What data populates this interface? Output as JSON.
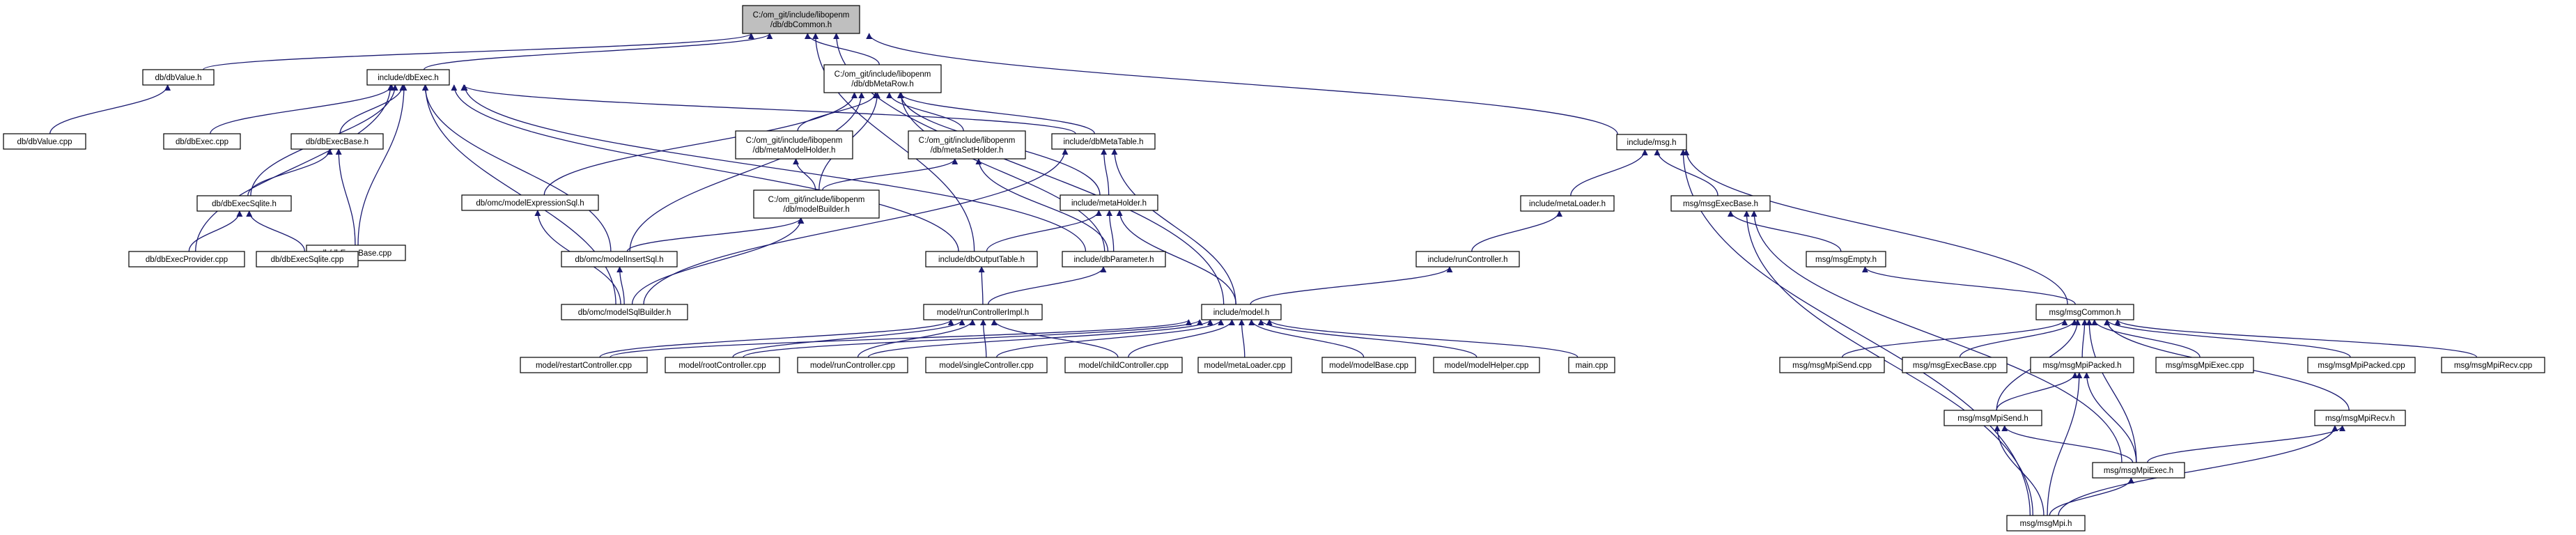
{
  "diagram": {
    "type": "include-dependency-graph",
    "colors": {
      "edge": "#191970",
      "node_fill": "#ffffff",
      "root_fill": "#bfbfbf",
      "border": "#000000"
    },
    "nodes": [
      {
        "id": "dbCommon",
        "lines": [
          "C:/om_git/include/libopenm",
          "/db/dbCommon.h"
        ],
        "root": true
      },
      {
        "id": "dbValueH",
        "lines": [
          "db/dbValue.h"
        ]
      },
      {
        "id": "dbValueCpp",
        "lines": [
          "db/dbValue.cpp"
        ]
      },
      {
        "id": "dbExecH",
        "lines": [
          "include/dbExec.h"
        ]
      },
      {
        "id": "dbExecCpp",
        "lines": [
          "db/dbExec.cpp"
        ]
      },
      {
        "id": "dbExecBaseH",
        "lines": [
          "db/dbExecBase.h"
        ]
      },
      {
        "id": "dbExecSqliteH",
        "lines": [
          "db/dbExecSqlite.h"
        ]
      },
      {
        "id": "dbExecBaseCpp",
        "lines": [
          "db/dbExecBase.cpp"
        ]
      },
      {
        "id": "dbExecProviderCpp",
        "lines": [
          "db/dbExecProvider.cpp"
        ]
      },
      {
        "id": "dbExecSqliteCpp",
        "lines": [
          "db/dbExecSqlite.cpp"
        ]
      },
      {
        "id": "dbMetaRow",
        "lines": [
          "C:/om_git/include/libopenm",
          "/db/dbMetaRow.h"
        ]
      },
      {
        "id": "metaModelHolder",
        "lines": [
          "C:/om_git/include/libopenm",
          "/db/metaModelHolder.h"
        ]
      },
      {
        "id": "metaSetHolder",
        "lines": [
          "C:/om_git/include/libopenm",
          "/db/metaSetHolder.h"
        ]
      },
      {
        "id": "dbMetaTable",
        "lines": [
          "include/dbMetaTable.h"
        ]
      },
      {
        "id": "expressionSql",
        "lines": [
          "db/omc/modelExpressionSql.h"
        ]
      },
      {
        "id": "modelBuilder",
        "lines": [
          "C:/om_git/include/libopenm",
          "/db/modelBuilder.h"
        ]
      },
      {
        "id": "metaHolder",
        "lines": [
          "include/metaHolder.h"
        ]
      },
      {
        "id": "insertSql",
        "lines": [
          "db/omc/modelInsertSql.h"
        ]
      },
      {
        "id": "dbOutputTable",
        "lines": [
          "include/dbOutputTable.h"
        ]
      },
      {
        "id": "dbParameter",
        "lines": [
          "include/dbParameter.h"
        ]
      },
      {
        "id": "sqlBuilder",
        "lines": [
          "db/omc/modelSqlBuilder.h"
        ]
      },
      {
        "id": "runControllerImpl",
        "lines": [
          "model/runControllerImpl.h"
        ]
      },
      {
        "id": "modelH",
        "lines": [
          "include/model.h"
        ]
      },
      {
        "id": "restartCtrl",
        "lines": [
          "model/restartController.cpp"
        ]
      },
      {
        "id": "rootCtrl",
        "lines": [
          "model/rootController.cpp"
        ]
      },
      {
        "id": "runCtrlCpp",
        "lines": [
          "model/runController.cpp"
        ]
      },
      {
        "id": "singleCtrl",
        "lines": [
          "model/singleController.cpp"
        ]
      },
      {
        "id": "childCtrl",
        "lines": [
          "model/childController.cpp"
        ]
      },
      {
        "id": "metaLoaderCpp",
        "lines": [
          "model/metaLoader.cpp"
        ]
      },
      {
        "id": "modelBaseCpp",
        "lines": [
          "model/modelBase.cpp"
        ]
      },
      {
        "id": "modelHelperCpp",
        "lines": [
          "model/modelHelper.cpp"
        ]
      },
      {
        "id": "mainCpp",
        "lines": [
          "main.cpp"
        ]
      },
      {
        "id": "msgH",
        "lines": [
          "include/msg.h"
        ]
      },
      {
        "id": "metaLoaderH",
        "lines": [
          "include/metaLoader.h"
        ]
      },
      {
        "id": "runControllerH",
        "lines": [
          "include/runController.h"
        ]
      },
      {
        "id": "msgExecBaseH",
        "lines": [
          "msg/msgExecBase.h"
        ]
      },
      {
        "id": "msgEmptyH",
        "lines": [
          "msg/msgEmpty.h"
        ]
      },
      {
        "id": "msgCommonH",
        "lines": [
          "msg/msgCommon.h"
        ]
      },
      {
        "id": "msgMpiSendCpp",
        "lines": [
          "msg/msgMpiSend.cpp"
        ]
      },
      {
        "id": "msgExecBaseCpp",
        "lines": [
          "msg/msgExecBase.cpp"
        ]
      },
      {
        "id": "msgMpiPackedH",
        "lines": [
          "msg/msgMpiPacked.h"
        ]
      },
      {
        "id": "msgMpiExecCpp",
        "lines": [
          "msg/msgMpiExec.cpp"
        ]
      },
      {
        "id": "msgMpiPackedCpp",
        "lines": [
          "msg/msgMpiPacked.cpp"
        ]
      },
      {
        "id": "msgMpiRecvCpp",
        "lines": [
          "msg/msgMpiRecv.cpp"
        ]
      },
      {
        "id": "msgMpiSendH",
        "lines": [
          "msg/msgMpiSend.h"
        ]
      },
      {
        "id": "msgMpiRecvH",
        "lines": [
          "msg/msgMpiRecv.h"
        ]
      },
      {
        "id": "msgMpiExecH",
        "lines": [
          "msg/msgMpiExec.h"
        ]
      },
      {
        "id": "msgMpiH",
        "lines": [
          "msg/msgMpi.h"
        ]
      }
    ],
    "edges": [
      [
        "dbCommon",
        "dbValueH"
      ],
      [
        "dbCommon",
        "dbExecH"
      ],
      [
        "dbCommon",
        "dbMetaRow"
      ],
      [
        "dbCommon",
        "dbOutputTable"
      ],
      [
        "dbCommon",
        "modelH"
      ],
      [
        "dbCommon",
        "msgH"
      ],
      [
        "dbValueH",
        "dbValueCpp"
      ],
      [
        "dbExecH",
        "dbExecCpp"
      ],
      [
        "dbExecH",
        "dbExecBaseH"
      ],
      [
        "dbExecH",
        "dbExecSqliteH"
      ],
      [
        "dbExecH",
        "dbExecBaseCpp"
      ],
      [
        "dbExecH",
        "dbExecProviderCpp"
      ],
      [
        "dbExecH",
        "sqlBuilder"
      ],
      [
        "dbExecH",
        "insertSql"
      ],
      [
        "dbExecH",
        "dbMetaTable"
      ],
      [
        "dbExecH",
        "dbOutputTable"
      ],
      [
        "dbExecH",
        "dbParameter"
      ],
      [
        "dbExecBaseH",
        "dbExecSqliteH"
      ],
      [
        "dbExecBaseH",
        "dbExecBaseCpp"
      ],
      [
        "dbExecSqliteH",
        "dbExecProviderCpp"
      ],
      [
        "dbExecSqliteH",
        "dbExecSqliteCpp"
      ],
      [
        "dbMetaRow",
        "metaModelHolder"
      ],
      [
        "dbMetaRow",
        "metaSetHolder"
      ],
      [
        "dbMetaRow",
        "dbMetaTable"
      ],
      [
        "dbMetaRow",
        "expressionSql"
      ],
      [
        "dbMetaRow",
        "modelBuilder"
      ],
      [
        "dbMetaRow",
        "metaHolder"
      ],
      [
        "dbMetaRow",
        "insertSql"
      ],
      [
        "dbMetaRow",
        "dbParameter"
      ],
      [
        "metaModelHolder",
        "modelBuilder"
      ],
      [
        "metaSetHolder",
        "modelBuilder"
      ],
      [
        "metaSetHolder",
        "dbParameter"
      ],
      [
        "dbMetaTable",
        "metaHolder"
      ],
      [
        "dbMetaTable",
        "modelH"
      ],
      [
        "dbMetaTable",
        "sqlBuilder"
      ],
      [
        "expressionSql",
        "sqlBuilder"
      ],
      [
        "modelBuilder",
        "insertSql"
      ],
      [
        "modelBuilder",
        "sqlBuilder"
      ],
      [
        "metaHolder",
        "dbOutputTable"
      ],
      [
        "metaHolder",
        "dbParameter"
      ],
      [
        "metaHolder",
        "modelH"
      ],
      [
        "insertSql",
        "sqlBuilder"
      ],
      [
        "dbOutputTable",
        "runControllerImpl"
      ],
      [
        "dbParameter",
        "runControllerImpl"
      ],
      [
        "runControllerImpl",
        "restartCtrl"
      ],
      [
        "runControllerImpl",
        "rootCtrl"
      ],
      [
        "runControllerImpl",
        "runCtrlCpp"
      ],
      [
        "runControllerImpl",
        "singleCtrl"
      ],
      [
        "runControllerImpl",
        "childCtrl"
      ],
      [
        "modelH",
        "restartCtrl"
      ],
      [
        "modelH",
        "rootCtrl"
      ],
      [
        "modelH",
        "runCtrlCpp"
      ],
      [
        "modelH",
        "singleCtrl"
      ],
      [
        "modelH",
        "childCtrl"
      ],
      [
        "modelH",
        "metaLoaderCpp"
      ],
      [
        "modelH",
        "modelBaseCpp"
      ],
      [
        "modelH",
        "modelHelperCpp"
      ],
      [
        "modelH",
        "mainCpp"
      ],
      [
        "msgH",
        "metaLoaderH"
      ],
      [
        "msgH",
        "msgExecBaseH"
      ],
      [
        "msgH",
        "msgCommonH"
      ],
      [
        "msgH",
        "msgMpiH"
      ],
      [
        "metaLoaderH",
        "runControllerH"
      ],
      [
        "runControllerH",
        "modelH"
      ],
      [
        "msgExecBaseH",
        "msgEmptyH"
      ],
      [
        "msgExecBaseH",
        "msgMpiExecH"
      ],
      [
        "msgExecBaseH",
        "msgMpiH"
      ],
      [
        "msgEmptyH",
        "msgCommonH"
      ],
      [
        "msgCommonH",
        "msgMpiSendCpp"
      ],
      [
        "msgCommonH",
        "msgExecBaseCpp"
      ],
      [
        "msgCommonH",
        "msgMpiPackedH"
      ],
      [
        "msgCommonH",
        "msgMpiExecCpp"
      ],
      [
        "msgCommonH",
        "msgMpiPackedCpp"
      ],
      [
        "msgCommonH",
        "msgMpiRecvCpp"
      ],
      [
        "msgCommonH",
        "msgMpiSendH"
      ],
      [
        "msgCommonH",
        "msgMpiRecvH"
      ],
      [
        "msgCommonH",
        "msgMpiExecH"
      ],
      [
        "msgMpiPackedH",
        "msgMpiSendH"
      ],
      [
        "msgMpiPackedH",
        "msgMpiExecH"
      ],
      [
        "msgMpiPackedH",
        "msgMpiH"
      ],
      [
        "msgMpiSendH",
        "msgMpiExecH"
      ],
      [
        "msgMpiSendH",
        "msgMpiH"
      ],
      [
        "msgMpiRecvH",
        "msgMpiExecH"
      ],
      [
        "msgMpiRecvH",
        "msgMpiH"
      ],
      [
        "msgMpiExecH",
        "msgMpiH"
      ]
    ]
  }
}
